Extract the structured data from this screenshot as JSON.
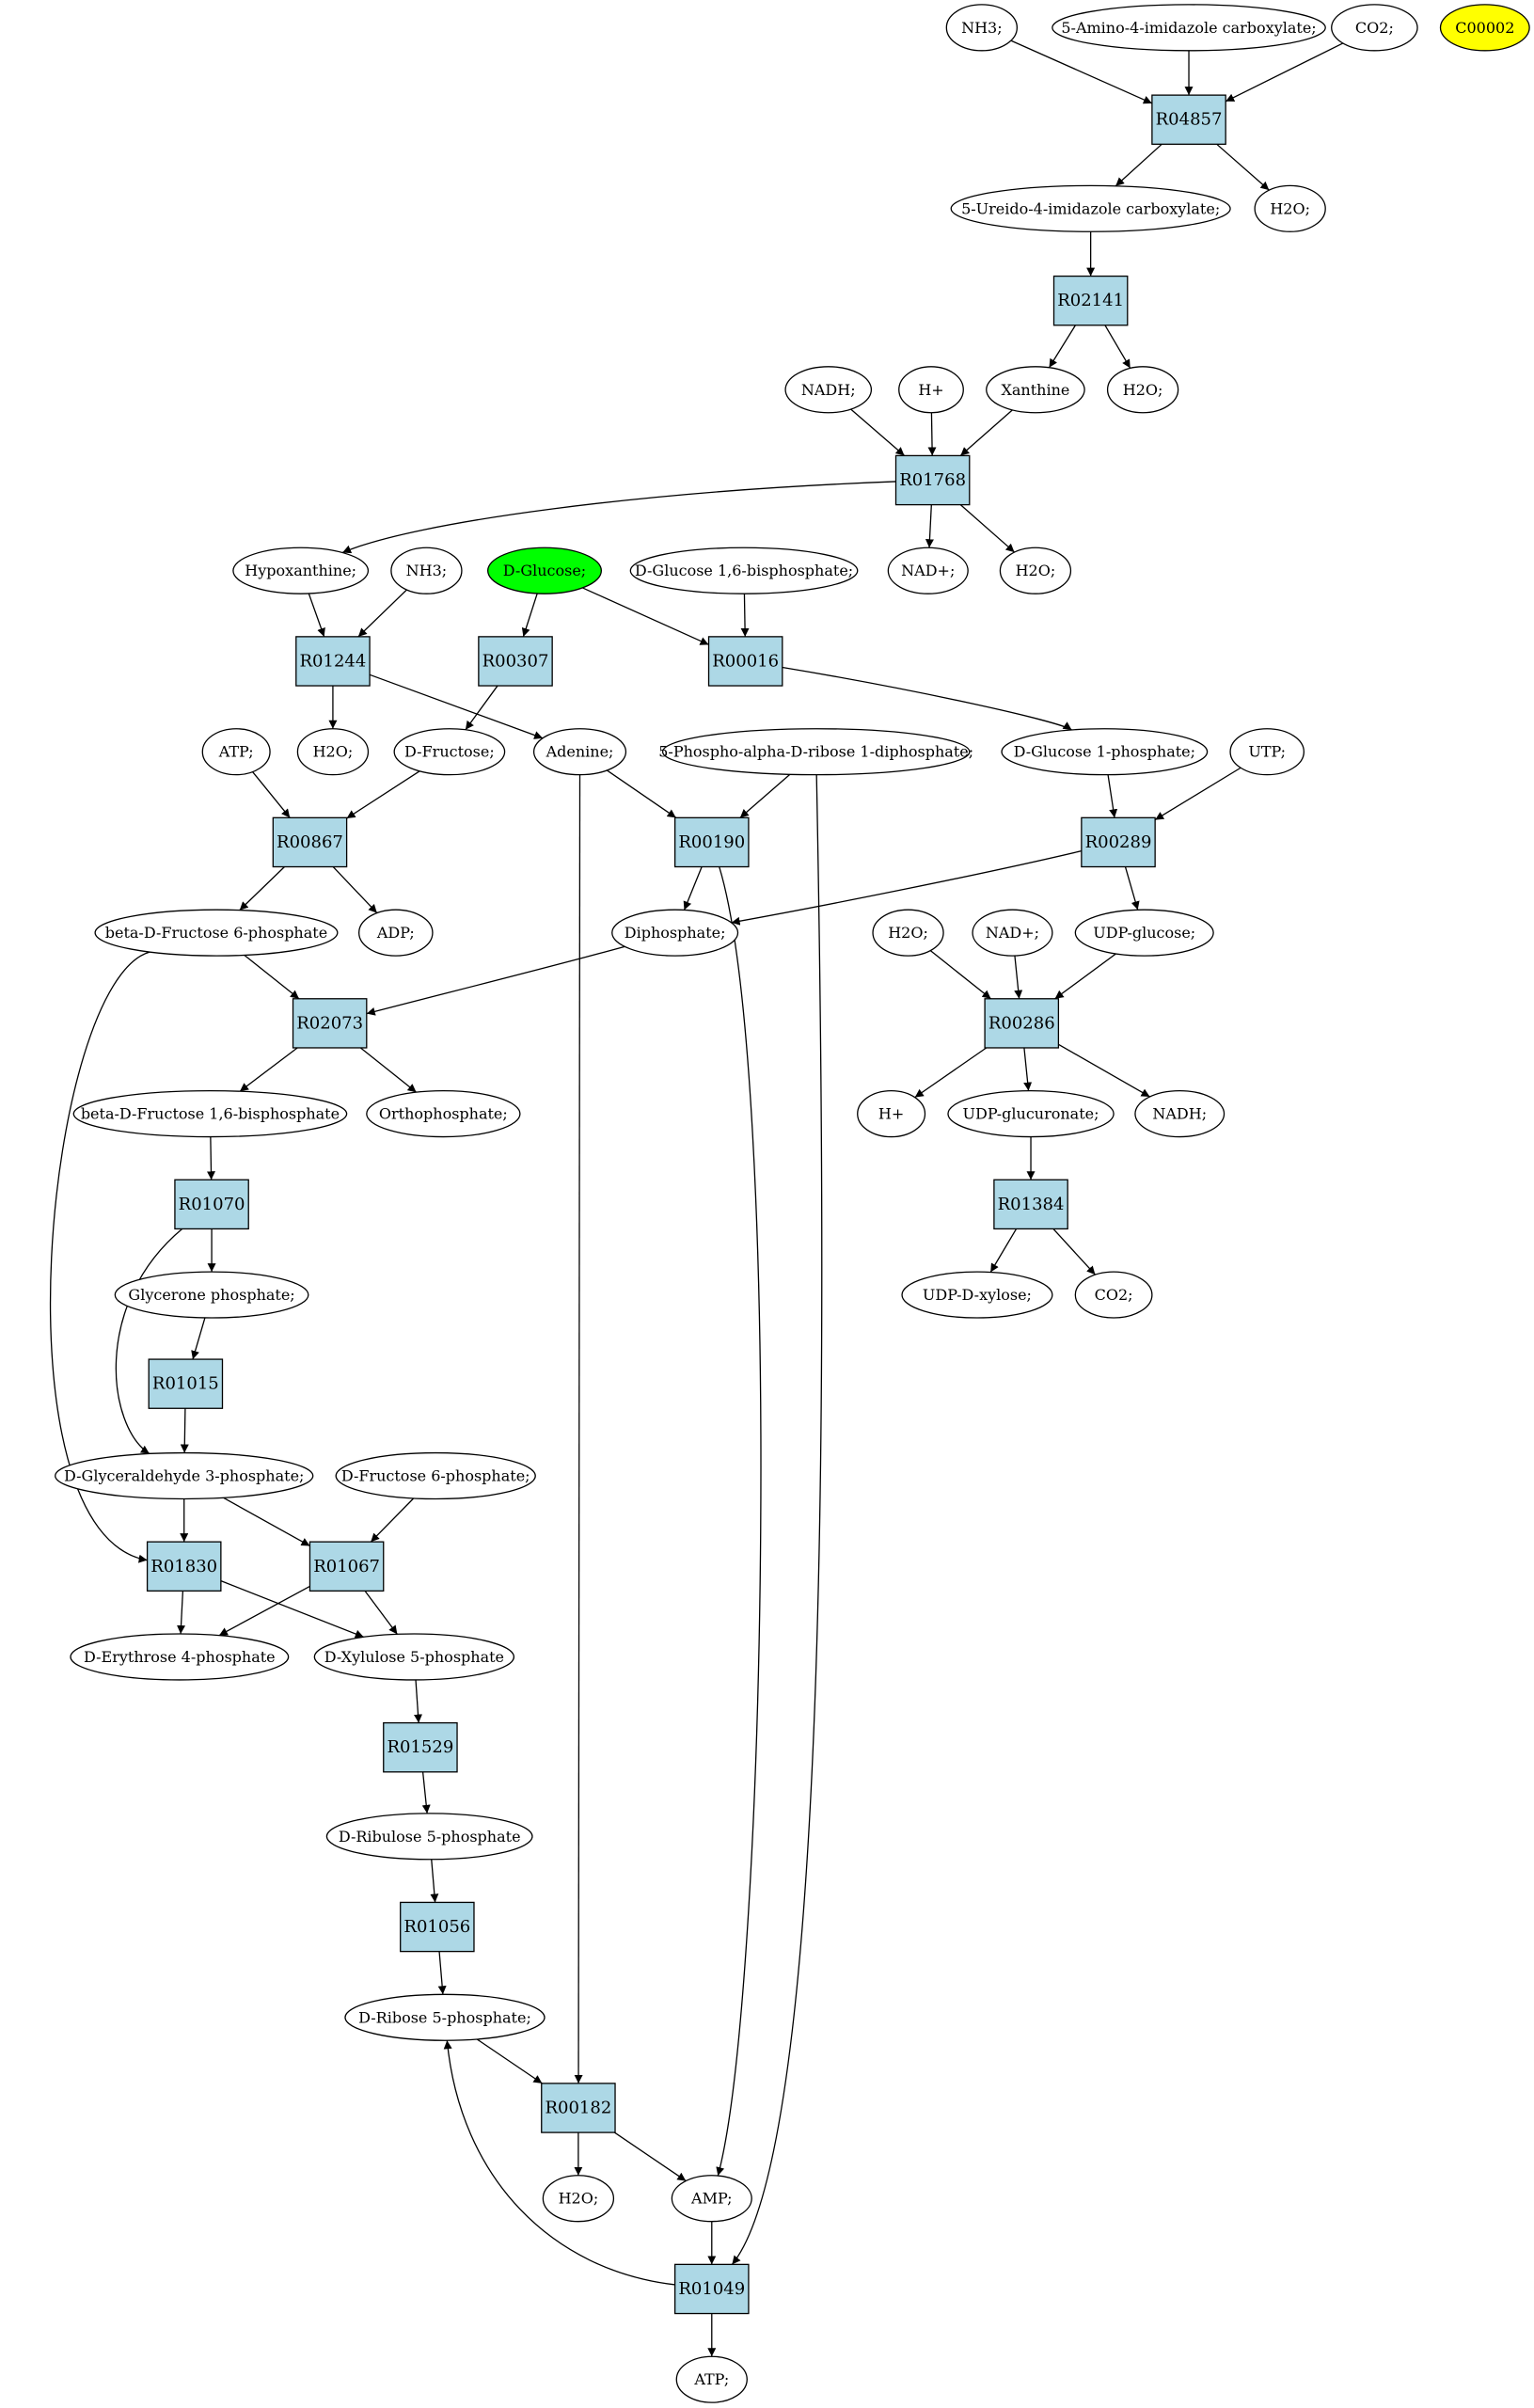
{
  "colors": {
    "background": "#ffffff",
    "stroke": "#000000",
    "reaction_fill": "#add8e6",
    "highlight_green": "#00ff00",
    "highlight_yellow": "#ffff00"
  },
  "nodes": [
    {
      "id": "nh3_a",
      "kind": "compound",
      "label": "NH3;"
    },
    {
      "id": "aica",
      "kind": "compound",
      "label": "5-Amino-4-imidazole carboxylate;"
    },
    {
      "id": "co2_a",
      "kind": "compound",
      "label": "CO2;"
    },
    {
      "id": "c00002",
      "kind": "compound",
      "label": "C00002",
      "fill": "highlight_yellow"
    },
    {
      "id": "R04857",
      "kind": "reaction",
      "label": "R04857"
    },
    {
      "id": "ureido",
      "kind": "compound",
      "label": "5-Ureido-4-imidazole carboxylate;"
    },
    {
      "id": "h2o_a",
      "kind": "compound",
      "label": "H2O;"
    },
    {
      "id": "R02141",
      "kind": "reaction",
      "label": "R02141"
    },
    {
      "id": "nadh_a",
      "kind": "compound",
      "label": "NADH;"
    },
    {
      "id": "hplus_a",
      "kind": "compound",
      "label": "H+"
    },
    {
      "id": "xanthine",
      "kind": "compound",
      "label": "Xanthine"
    },
    {
      "id": "h2o_b",
      "kind": "compound",
      "label": "H2O;"
    },
    {
      "id": "R01768",
      "kind": "reaction",
      "label": "R01768"
    },
    {
      "id": "hypox",
      "kind": "compound",
      "label": "Hypoxanthine;"
    },
    {
      "id": "nh3_b",
      "kind": "compound",
      "label": "NH3;"
    },
    {
      "id": "dglucose",
      "kind": "compound",
      "label": "D-Glucose;",
      "fill": "highlight_green"
    },
    {
      "id": "g16bp",
      "kind": "compound",
      "label": "D-Glucose 1,6-bisphosphate;"
    },
    {
      "id": "nadp_a",
      "kind": "compound",
      "label": "NAD+;"
    },
    {
      "id": "h2o_c",
      "kind": "compound",
      "label": "H2O;"
    },
    {
      "id": "R01244",
      "kind": "reaction",
      "label": "R01244"
    },
    {
      "id": "R00307",
      "kind": "reaction",
      "label": "R00307"
    },
    {
      "id": "R00016",
      "kind": "reaction",
      "label": "R00016"
    },
    {
      "id": "atp_a",
      "kind": "compound",
      "label": "ATP;"
    },
    {
      "id": "h2o_d",
      "kind": "compound",
      "label": "H2O;"
    },
    {
      "id": "dfructose",
      "kind": "compound",
      "label": "D-Fructose;"
    },
    {
      "id": "adenine",
      "kind": "compound",
      "label": "Adenine;"
    },
    {
      "id": "prpp",
      "kind": "compound",
      "label": "5-Phospho-alpha-D-ribose 1-diphosphate;"
    },
    {
      "id": "g1p",
      "kind": "compound",
      "label": "D-Glucose 1-phosphate;"
    },
    {
      "id": "utp",
      "kind": "compound",
      "label": "UTP;"
    },
    {
      "id": "R00867",
      "kind": "reaction",
      "label": "R00867"
    },
    {
      "id": "R00190",
      "kind": "reaction",
      "label": "R00190"
    },
    {
      "id": "R00289",
      "kind": "reaction",
      "label": "R00289"
    },
    {
      "id": "bf6p",
      "kind": "compound",
      "label": "beta-D-Fructose 6-phosphate"
    },
    {
      "id": "adp",
      "kind": "compound",
      "label": "ADP;"
    },
    {
      "id": "diphos",
      "kind": "compound",
      "label": "Diphosphate;"
    },
    {
      "id": "h2o_e",
      "kind": "compound",
      "label": "H2O;"
    },
    {
      "id": "nadp_b",
      "kind": "compound",
      "label": "NAD+;"
    },
    {
      "id": "udpglc",
      "kind": "compound",
      "label": "UDP-glucose;"
    },
    {
      "id": "R02073",
      "kind": "reaction",
      "label": "R02073"
    },
    {
      "id": "R00286",
      "kind": "reaction",
      "label": "R00286"
    },
    {
      "id": "bf16bp",
      "kind": "compound",
      "label": "beta-D-Fructose 1,6-bisphosphate"
    },
    {
      "id": "orthophos",
      "kind": "compound",
      "label": "Orthophosphate;"
    },
    {
      "id": "hplus_b",
      "kind": "compound",
      "label": "H+"
    },
    {
      "id": "udpglcu",
      "kind": "compound",
      "label": "UDP-glucuronate;"
    },
    {
      "id": "nadh_b",
      "kind": "compound",
      "label": "NADH;"
    },
    {
      "id": "R01070",
      "kind": "reaction",
      "label": "R01070"
    },
    {
      "id": "R01384",
      "kind": "reaction",
      "label": "R01384"
    },
    {
      "id": "glyp",
      "kind": "compound",
      "label": "Glycerone phosphate;"
    },
    {
      "id": "udpxyl",
      "kind": "compound",
      "label": "UDP-D-xylose;"
    },
    {
      "id": "co2_b",
      "kind": "compound",
      "label": "CO2;"
    },
    {
      "id": "R01015",
      "kind": "reaction",
      "label": "R01015"
    },
    {
      "id": "g3p",
      "kind": "compound",
      "label": "D-Glyceraldehyde 3-phosphate;"
    },
    {
      "id": "f6p",
      "kind": "compound",
      "label": "D-Fructose 6-phosphate;"
    },
    {
      "id": "R01830",
      "kind": "reaction",
      "label": "R01830"
    },
    {
      "id": "R01067",
      "kind": "reaction",
      "label": "R01067"
    },
    {
      "id": "e4p",
      "kind": "compound",
      "label": "D-Erythrose 4-phosphate"
    },
    {
      "id": "x5p",
      "kind": "compound",
      "label": "D-Xylulose 5-phosphate"
    },
    {
      "id": "R01529",
      "kind": "reaction",
      "label": "R01529"
    },
    {
      "id": "ru5p",
      "kind": "compound",
      "label": "D-Ribulose 5-phosphate"
    },
    {
      "id": "R01056",
      "kind": "reaction",
      "label": "R01056"
    },
    {
      "id": "r5p",
      "kind": "compound",
      "label": "D-Ribose 5-phosphate;"
    },
    {
      "id": "R00182",
      "kind": "reaction",
      "label": "R00182"
    },
    {
      "id": "h2o_f",
      "kind": "compound",
      "label": "H2O;"
    },
    {
      "id": "amp",
      "kind": "compound",
      "label": "AMP;"
    },
    {
      "id": "R01049",
      "kind": "reaction",
      "label": "R01049"
    },
    {
      "id": "atp_b",
      "kind": "compound",
      "label": "ATP;"
    }
  ],
  "edges": [
    {
      "from": "nh3_a",
      "to": "R04857"
    },
    {
      "from": "aica",
      "to": "R04857"
    },
    {
      "from": "co2_a",
      "to": "R04857"
    },
    {
      "from": "R04857",
      "to": "ureido"
    },
    {
      "from": "R04857",
      "to": "h2o_a"
    },
    {
      "from": "ureido",
      "to": "R02141"
    },
    {
      "from": "R02141",
      "to": "xanthine"
    },
    {
      "from": "R02141",
      "to": "h2o_b"
    },
    {
      "from": "nadh_a",
      "to": "R01768"
    },
    {
      "from": "hplus_a",
      "to": "R01768"
    },
    {
      "from": "xanthine",
      "to": "R01768"
    },
    {
      "from": "R01768",
      "to": "hypox"
    },
    {
      "from": "R01768",
      "to": "nadp_a"
    },
    {
      "from": "R01768",
      "to": "h2o_c"
    },
    {
      "from": "hypox",
      "to": "R01244"
    },
    {
      "from": "nh3_b",
      "to": "R01244"
    },
    {
      "from": "dglucose",
      "to": "R00307"
    },
    {
      "from": "dglucose",
      "to": "R00016"
    },
    {
      "from": "g16bp",
      "to": "R00016"
    },
    {
      "from": "R01244",
      "to": "h2o_d"
    },
    {
      "from": "R01244",
      "to": "adenine"
    },
    {
      "from": "R00307",
      "to": "dfructose"
    },
    {
      "from": "R00016",
      "to": "g1p"
    },
    {
      "from": "atp_a",
      "to": "R00867"
    },
    {
      "from": "dfructose",
      "to": "R00867"
    },
    {
      "from": "adenine",
      "to": "R00190"
    },
    {
      "from": "prpp",
      "to": "R00190"
    },
    {
      "from": "g1p",
      "to": "R00289"
    },
    {
      "from": "utp",
      "to": "R00289"
    },
    {
      "from": "R00867",
      "to": "bf6p"
    },
    {
      "from": "R00867",
      "to": "adp"
    },
    {
      "from": "R00190",
      "to": "diphos"
    },
    {
      "from": "R00289",
      "to": "diphos"
    },
    {
      "from": "R00289",
      "to": "udpglc"
    },
    {
      "from": "bf6p",
      "to": "R02073"
    },
    {
      "from": "diphos",
      "to": "R02073"
    },
    {
      "from": "h2o_e",
      "to": "R00286"
    },
    {
      "from": "nadp_b",
      "to": "R00286"
    },
    {
      "from": "udpglc",
      "to": "R00286"
    },
    {
      "from": "R02073",
      "to": "bf16bp"
    },
    {
      "from": "R02073",
      "to": "orthophos"
    },
    {
      "from": "R00286",
      "to": "hplus_b"
    },
    {
      "from": "R00286",
      "to": "udpglcu"
    },
    {
      "from": "R00286",
      "to": "nadh_b"
    },
    {
      "from": "bf16bp",
      "to": "R01070"
    },
    {
      "from": "udpglcu",
      "to": "R01384"
    },
    {
      "from": "R01070",
      "to": "glyp"
    },
    {
      "from": "R01070",
      "to": "g3p"
    },
    {
      "from": "R01384",
      "to": "udpxyl"
    },
    {
      "from": "R01384",
      "to": "co2_b"
    },
    {
      "from": "glyp",
      "to": "R01015"
    },
    {
      "from": "R01015",
      "to": "g3p"
    },
    {
      "from": "g3p",
      "to": "R01830"
    },
    {
      "from": "g3p",
      "to": "R01067"
    },
    {
      "from": "f6p",
      "to": "R01067"
    },
    {
      "from": "bf6p",
      "to": "R01830"
    },
    {
      "from": "R01830",
      "to": "e4p"
    },
    {
      "from": "R01830",
      "to": "x5p"
    },
    {
      "from": "R01067",
      "to": "e4p"
    },
    {
      "from": "R01067",
      "to": "x5p"
    },
    {
      "from": "x5p",
      "to": "R01529"
    },
    {
      "from": "R01529",
      "to": "ru5p"
    },
    {
      "from": "ru5p",
      "to": "R01056"
    },
    {
      "from": "R01056",
      "to": "r5p"
    },
    {
      "from": "r5p",
      "to": "R00182"
    },
    {
      "from": "adenine",
      "to": "R00182"
    },
    {
      "from": "R00182",
      "to": "h2o_f"
    },
    {
      "from": "R00182",
      "to": "amp"
    },
    {
      "from": "R00190",
      "to": "amp"
    },
    {
      "from": "amp",
      "to": "R01049"
    },
    {
      "from": "prpp",
      "to": "R01049"
    },
    {
      "from": "R01049",
      "to": "r5p"
    },
    {
      "from": "R01049",
      "to": "atp_b"
    }
  ]
}
